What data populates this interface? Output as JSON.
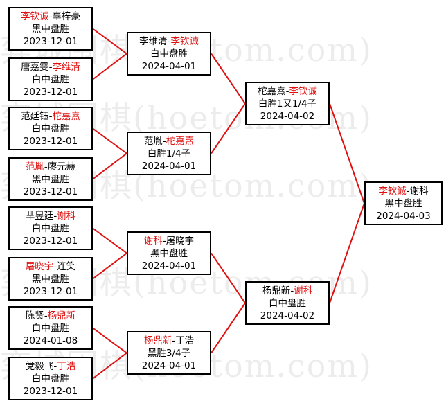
{
  "watermark": "弈城围棋(hoetom.com)",
  "colors": {
    "line": "#e01010",
    "winner": "#e01010",
    "border": "#000000"
  },
  "rounds": [
    {
      "matches": [
        {
          "p1": "李钦诚",
          "sep": "-",
          "p2": "辜梓豪",
          "winner": "p1",
          "result": "黑中盘胜",
          "date": "2023-12-01"
        },
        {
          "p1": "唐嘉雯",
          "sep": "-",
          "p2": "李维清",
          "winner": "p2",
          "result": "白中盘胜",
          "date": "2023-12-01"
        },
        {
          "p1": "范廷钰",
          "sep": "-",
          "p2": "柁嘉熹",
          "winner": "p2",
          "result": "白中盘胜",
          "date": "2023-12-01"
        },
        {
          "p1": "范胤",
          "sep": "-",
          "p2": "廖元赫",
          "winner": "p1",
          "result": "黑中盘胜",
          "date": "2023-12-01"
        },
        {
          "p1": "芈昱廷",
          "sep": "-",
          "p2": "谢科",
          "winner": "p2",
          "result": "白中盘胜",
          "date": "2023-12-01"
        },
        {
          "p1": "屠晓宇",
          "sep": "-",
          "p2": "连笑",
          "winner": "p1",
          "result": "黑中盘胜",
          "date": "2023-12-01"
        },
        {
          "p1": "陈贤",
          "sep": "-",
          "p2": "杨鼎新",
          "winner": "p2",
          "result": "白中盘胜",
          "date": "2024-01-08"
        },
        {
          "p1": "党毅飞",
          "sep": "-",
          "p2": "丁浩",
          "winner": "p2",
          "result": "白中盘胜",
          "date": "2023-12-01"
        }
      ]
    },
    {
      "matches": [
        {
          "p1": "李维清",
          "sep": "-",
          "p2": "李钦诚",
          "winner": "p2",
          "result": "白中盘胜",
          "date": "2024-04-01"
        },
        {
          "p1": "范胤",
          "sep": "-",
          "p2": "柁嘉熹",
          "winner": "p2",
          "result": "白胜1/4子",
          "date": "2024-04-01"
        },
        {
          "p1": "谢科",
          "sep": "-",
          "p2": "屠晓宇",
          "winner": "p1",
          "result": "黑中盘胜",
          "date": "2024-04-01"
        },
        {
          "p1": "杨鼎新",
          "sep": "-",
          "p2": "丁浩",
          "winner": "p1",
          "result": "黑胜3/4子",
          "date": "2024-04-01"
        }
      ]
    },
    {
      "matches": [
        {
          "p1": "柁嘉熹",
          "sep": "-",
          "p2": "李钦诚",
          "winner": "p2",
          "result": "白胜1又1/4子",
          "date": "2024-04-02"
        },
        {
          "p1": "杨鼎新",
          "sep": "-",
          "p2": "谢科",
          "winner": "p2",
          "result": "白中盘胜",
          "date": "2024-04-02"
        }
      ]
    },
    {
      "matches": [
        {
          "p1": "李钦诚",
          "sep": "-",
          "p2": "谢科",
          "winner": "p1",
          "result": "黑中盘胜",
          "date": "2024-04-03"
        }
      ]
    }
  ]
}
